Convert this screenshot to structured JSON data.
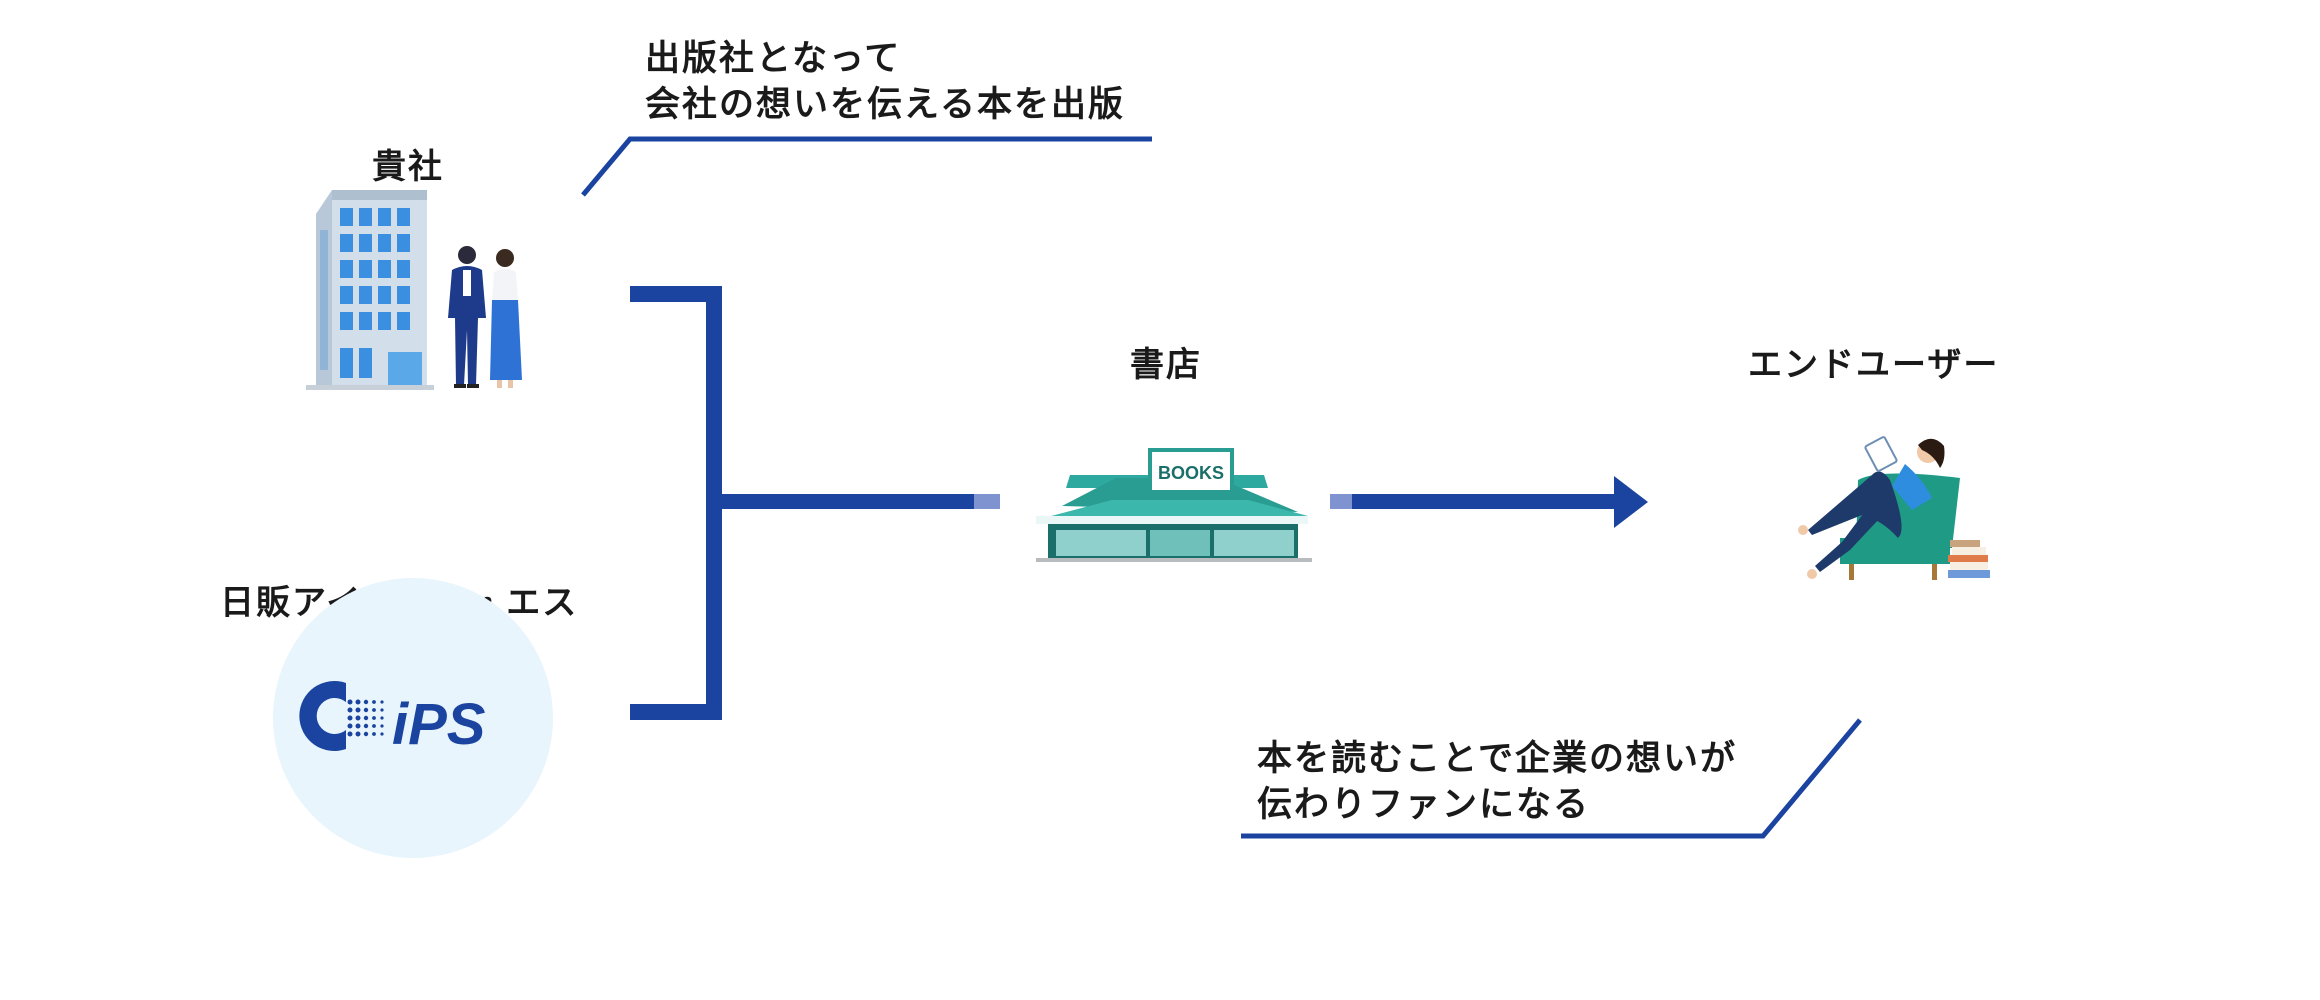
{
  "nodes": {
    "company": {
      "label": "貴社"
    },
    "ips": {
      "label": "日販アイ・ピー・エス",
      "logo_text": "iPS"
    },
    "bookstore": {
      "label": "書店",
      "sign_text": "BOOKS"
    },
    "enduser": {
      "label": "エンドユーザー"
    }
  },
  "callouts": {
    "top": {
      "line1": "出版社となって",
      "line2": "会社の想いを伝える本を出版"
    },
    "bottom": {
      "line1": "本を読むことで企業の想いが",
      "line2": "伝わりファンになる"
    }
  },
  "colors": {
    "connector": "#1a44a0",
    "connector_light": "#7f93d0",
    "ips_circle": "#e8f5fc",
    "text": "#1a1a1a"
  }
}
